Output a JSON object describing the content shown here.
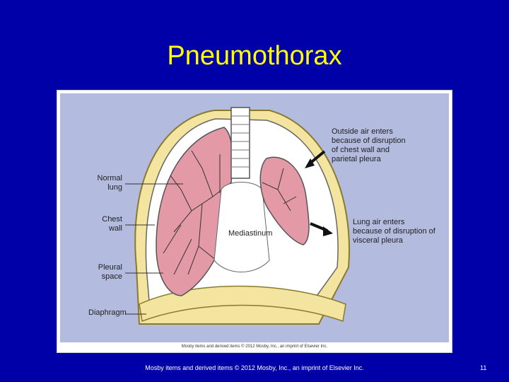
{
  "slide": {
    "title": "Pneumothorax",
    "footer": "Mosby items and derived items © 2012 Mosby, Inc., an imprint of Elsevier Inc.",
    "page_number": "11"
  },
  "figure": {
    "labels": {
      "normal_lung": "Normal\nlung",
      "chest_wall": "Chest\nwall",
      "pleural_space": "Pleural\nspace",
      "diaphragm": "Diaphragm",
      "mediastinum": "Mediastinum",
      "outside_air": "Outside air enters\nbecause of disruption\nof chest wall and\nparietal pleura",
      "lung_air": "Lung air enters\nbecause of disruption of\nvisceral pleura"
    },
    "credit": "Mosby items and derived items © 2012 Mosby, Inc., an imprint of Elsevier Inc."
  },
  "colors": {
    "background": "#0000a8",
    "title": "#ffff00",
    "diagram_bg": "#b3bbdf",
    "lung": "#e39aa6",
    "chest_wall": "#f3e4a0"
  }
}
